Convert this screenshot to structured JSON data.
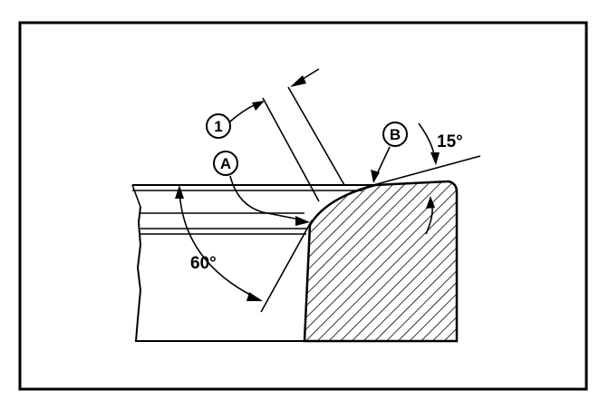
{
  "diagram": {
    "labels": {
      "callout_1": "1",
      "callout_a": "A",
      "callout_b": "B",
      "angle_60": "60°",
      "angle_15": "15°"
    }
  }
}
